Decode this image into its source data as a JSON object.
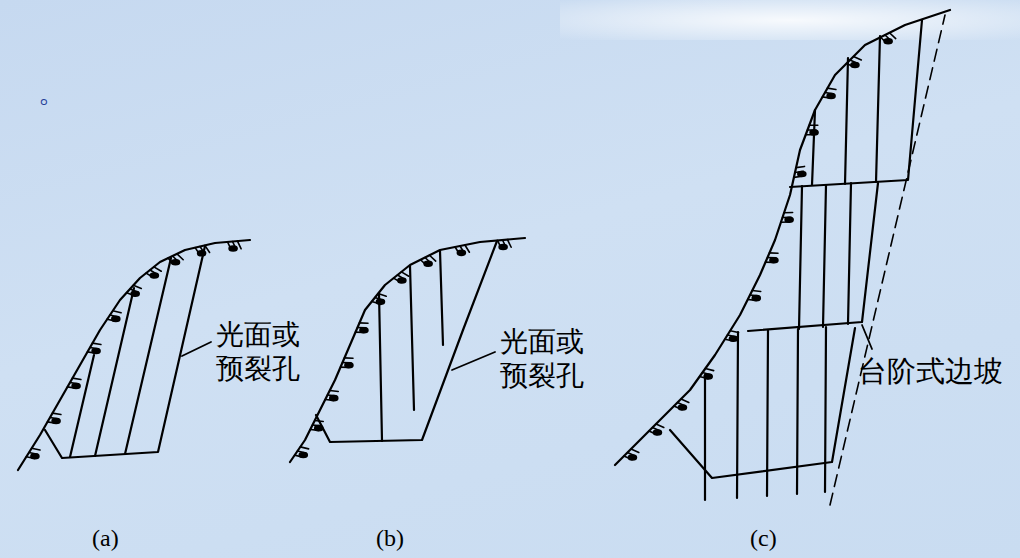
{
  "diagram": {
    "labels": [
      "。",
      "光面或 预裂孔",
      "光面或 预裂孔",
      "台阶式边坡",
      "(a)",
      "(b)",
      "(c)"
    ]
  }
}
